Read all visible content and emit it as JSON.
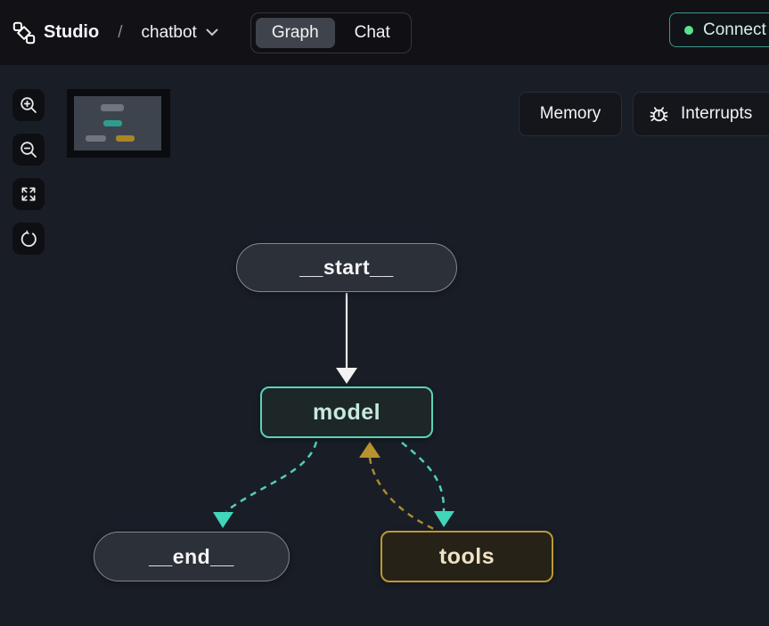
{
  "topbar": {
    "app_name": "Studio",
    "breadcrumb_separator": "/",
    "project_name": "chatbot",
    "tabs": [
      {
        "label": "Graph",
        "active": true
      },
      {
        "label": "Chat",
        "active": false
      }
    ],
    "connect_label": "Connect"
  },
  "toolbar": {
    "buttons": [
      {
        "icon": "zoom-in-icon"
      },
      {
        "icon": "zoom-out-icon"
      },
      {
        "icon": "fit-view-icon"
      },
      {
        "icon": "reset-view-icon"
      }
    ]
  },
  "panel": {
    "memory_label": "Memory",
    "interrupts_label": "Interrupts",
    "interrupts_icon": "bug-icon"
  },
  "graph": {
    "nodes": [
      {
        "id": "__start__",
        "label": "__start__",
        "kind": "start"
      },
      {
        "id": "model",
        "label": "model",
        "kind": "node"
      },
      {
        "id": "__end__",
        "label": "__end__",
        "kind": "end"
      },
      {
        "id": "tools",
        "label": "tools",
        "kind": "node"
      }
    ],
    "edges": [
      {
        "from": "__start__",
        "to": "model",
        "style": "solid",
        "color": "#e8e8e8"
      },
      {
        "from": "model",
        "to": "__end__",
        "style": "dashed",
        "color": "#4fd0b5"
      },
      {
        "from": "model",
        "to": "tools",
        "style": "dashed",
        "color": "#4fd0b5"
      },
      {
        "from": "tools",
        "to": "model",
        "style": "dashed",
        "color": "#a98a2f"
      }
    ]
  },
  "minimap": {
    "bars": [
      {
        "node": "__start__",
        "color": "#70757e"
      },
      {
        "node": "model",
        "color": "#2f9d8d"
      },
      {
        "node": "__end__",
        "color": "#70757e"
      },
      {
        "node": "tools",
        "color": "#aa8526"
      }
    ]
  },
  "colors": {
    "accent_teal": "#5ad2b8",
    "accent_gold": "#bd9833",
    "connect_green": "#5ce08e",
    "canvas_bg": "#191d26",
    "topbar_bg": "#121216"
  }
}
